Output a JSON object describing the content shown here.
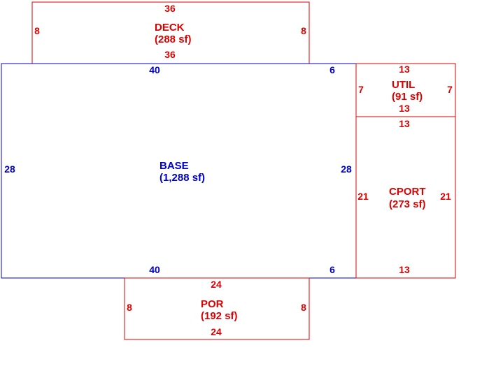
{
  "colors": {
    "base": "#0000cc",
    "addition": "#dd0000"
  },
  "areas": {
    "deck": {
      "name": "DECK",
      "sf": "(288 sf)",
      "top": "36",
      "bottom": "36",
      "left": "8",
      "right": "8"
    },
    "base": {
      "name": "BASE",
      "sf": "(1,288 sf)",
      "top_a": "40",
      "top_b": "6",
      "bottom_a": "40",
      "bottom_b": "6",
      "left": "28",
      "right": "28"
    },
    "util": {
      "name": "UTIL",
      "sf": "(91 sf)",
      "top": "13",
      "bottom": "13",
      "left": "7",
      "right": "7"
    },
    "cport": {
      "name": "CPORT",
      "sf": "(273 sf)",
      "top": "13",
      "bottom": "13",
      "left": "21",
      "right": "21"
    },
    "por": {
      "name": "POR",
      "sf": "(192 sf)",
      "top": "24",
      "bottom": "24",
      "left": "8",
      "right": "8"
    }
  }
}
